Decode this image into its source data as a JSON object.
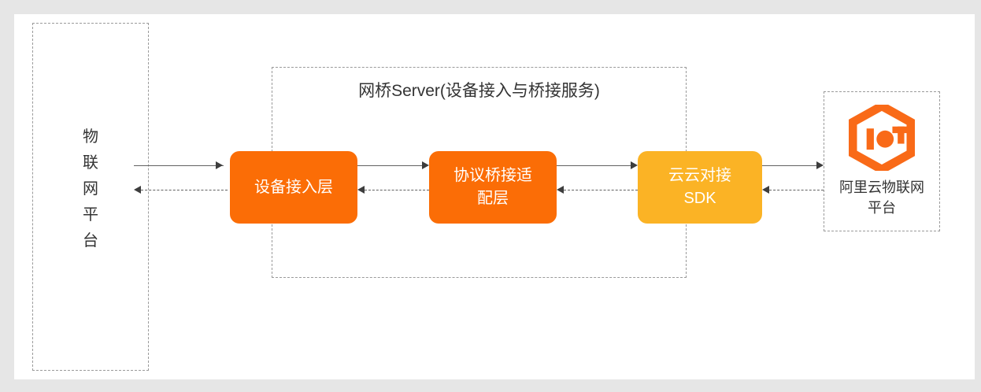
{
  "canvas": {
    "background_color": "#ffffff",
    "outer_background_color": "#e6e6e6"
  },
  "diagram": {
    "type": "architecture-flow",
    "title": "",
    "left_group": {
      "label": "物\n联\n网\n平\n台",
      "style": "dashed-box",
      "border_color": "#9a9a9a"
    },
    "bridge_group": {
      "title": "网桥Server(设备接入与桥接服务)",
      "style": "dashed-box",
      "border_color": "#9a9a9a"
    },
    "right_group": {
      "label": "阿里云物联网\n平台",
      "logo_name": "alibaba-cloud-iot-logo",
      "logo_color": "#f96a18",
      "style": "dashed-box",
      "border_color": "#9a9a9a"
    },
    "nodes": [
      {
        "id": "device-access",
        "label": "设备接入层",
        "color": "#fb6d06"
      },
      {
        "id": "protocol-bridge",
        "label": "协议桥接适\n配层",
        "color": "#fb6d06"
      },
      {
        "id": "cloud-sdk",
        "label": "云云对接\nSDK",
        "color": "#fbb325"
      }
    ],
    "connectors": [
      {
        "id": "c1-forward",
        "from": "iot-platform",
        "to": "device-access",
        "direction": "right",
        "style": "solid"
      },
      {
        "id": "c1-backward",
        "from": "device-access",
        "to": "iot-platform",
        "direction": "left",
        "style": "dashed"
      },
      {
        "id": "c2-forward",
        "from": "device-access",
        "to": "protocol-bridge",
        "direction": "right",
        "style": "solid"
      },
      {
        "id": "c2-backward",
        "from": "protocol-bridge",
        "to": "device-access",
        "direction": "left",
        "style": "dashed"
      },
      {
        "id": "c3-forward",
        "from": "protocol-bridge",
        "to": "cloud-sdk",
        "direction": "right",
        "style": "solid"
      },
      {
        "id": "c3-backward",
        "from": "cloud-sdk",
        "to": "protocol-bridge",
        "direction": "left",
        "style": "dashed"
      },
      {
        "id": "c4-forward",
        "from": "cloud-sdk",
        "to": "aliyun-platform",
        "direction": "right",
        "style": "solid"
      },
      {
        "id": "c4-backward",
        "from": "aliyun-platform",
        "to": "cloud-sdk",
        "direction": "left",
        "style": "dashed"
      }
    ]
  }
}
